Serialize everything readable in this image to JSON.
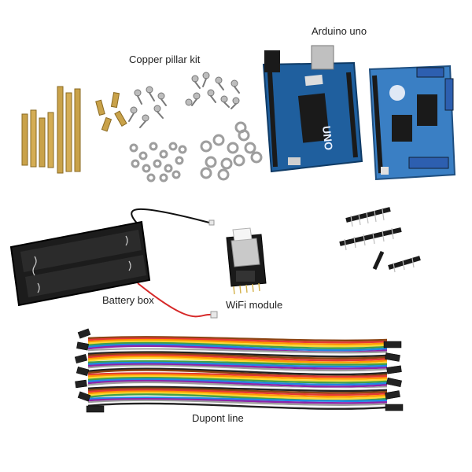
{
  "labels": {
    "arduino": "Arduino uno",
    "pillar": "Copper pillar kit",
    "battery": "Battery box",
    "wifi": "WiFi module",
    "dupont": "Dupont line"
  },
  "uno_silk": "UNO",
  "colors": {
    "background": "#ffffff",
    "brass": "#c9a24a",
    "screw": "#b8b8b8",
    "board_blue": "#1f5f9e",
    "shield_blue": "#3a7fc4",
    "header_black": "#1a1a1a",
    "battery_black": "#1c1c1c",
    "wire_red": "#d62828"
  },
  "ribbon_colors": [
    "#8b4513",
    "#e53935",
    "#ff9800",
    "#fdd835",
    "#43a047",
    "#1e88e5",
    "#8e24aa",
    "#9e9e9e",
    "#fafafa",
    "#222222"
  ]
}
